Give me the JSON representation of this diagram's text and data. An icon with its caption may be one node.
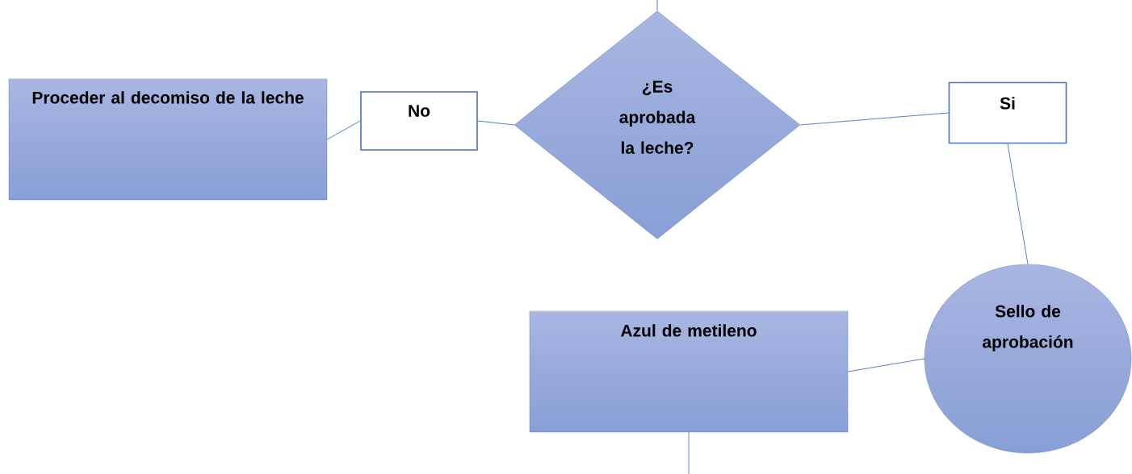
{
  "diagram": {
    "nodes": [
      {
        "text": [
          "Proceder al decomiso de la leche"
        ]
      },
      {
        "text": [
          "No"
        ]
      },
      {
        "text": [
          "¿Es aprobada la leche?"
        ]
      },
      {
        "text": [
          "Si"
        ]
      },
      {
        "text": [
          "Sello de aprobación"
        ]
      },
      {
        "text": [
          "Azul de metileno"
        ]
      }
    ],
    "edges": [
      {
        "from": null,
        "to": 2,
        "arrow": "none"
      },
      {
        "from": 1,
        "to": 0,
        "arrow": "none"
      },
      {
        "from": 2,
        "to": 1,
        "arrow": "none"
      },
      {
        "from": 2,
        "to": 3,
        "arrow": "none"
      },
      {
        "from": 3,
        "to": 4,
        "arrow": "none"
      },
      {
        "from": 4,
        "to": 5,
        "arrow": "none"
      },
      {
        "from": 5,
        "to": null,
        "arrow": "none"
      }
    ]
  }
}
